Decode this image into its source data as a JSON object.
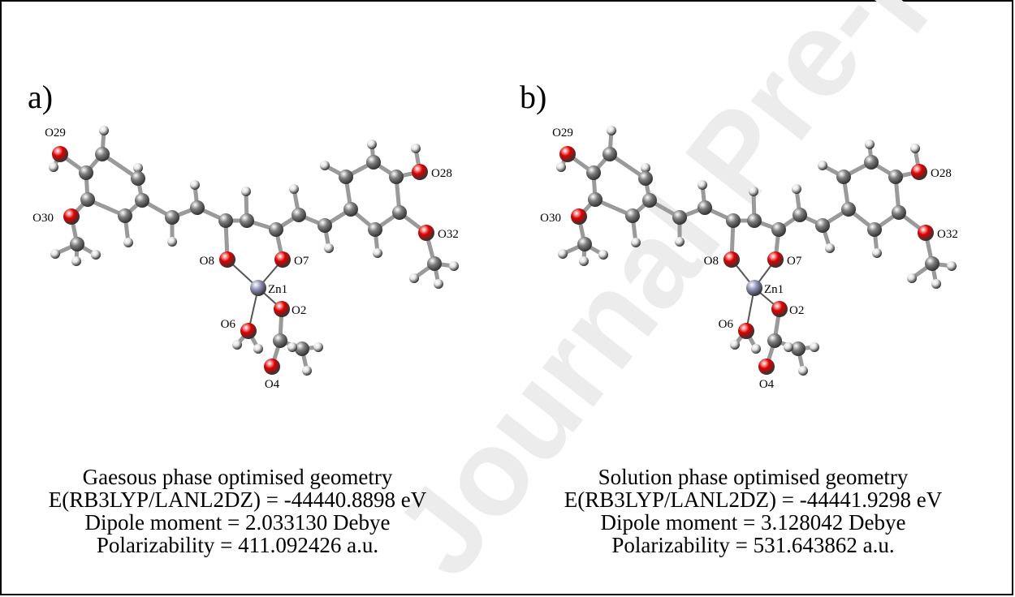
{
  "watermark": {
    "text": "Journal Pre-proof",
    "color": "#e8e8e8"
  },
  "colors": {
    "carbon": "#7d7d7d",
    "hydrogen": "#e2e2e2",
    "oxygen": "#e00000",
    "zinc": "#8f90b8",
    "bond": "#9a9a9a"
  },
  "panels": [
    {
      "letter": "a)",
      "caption": {
        "line1": "Gaesous phase optimised geometry",
        "line2": "E(RB3LYP/LANL2DZ) = -44440.8898 eV",
        "line3": "Dipole moment = 2.033130 Debye",
        "line4": "Polarizability = 411.092426 a.u."
      },
      "labels": {
        "o29": "O29",
        "o30": "O30",
        "o8": "O8",
        "o7": "O7",
        "zn1": "Zn1",
        "o2": "O2",
        "o6": "O6",
        "o4": "O4",
        "o28": "O28",
        "o32": "O32"
      }
    },
    {
      "letter": "b)",
      "caption": {
        "line1": "Solution phase optimised geometry",
        "line2": "E(RB3LYP/LANL2DZ) = -44441.9298 eV",
        "line3": "Dipole moment = 3.128042 Debye",
        "line4": "Polarizability = 531.643862 a.u."
      },
      "labels": {
        "o29": "O29",
        "o30": "O30",
        "o8": "O8",
        "o7": "O7",
        "zn1": "Zn1",
        "o2": "O2",
        "o6": "O6",
        "o4": "O4",
        "o28": "O28",
        "o32": "O32"
      }
    }
  ]
}
